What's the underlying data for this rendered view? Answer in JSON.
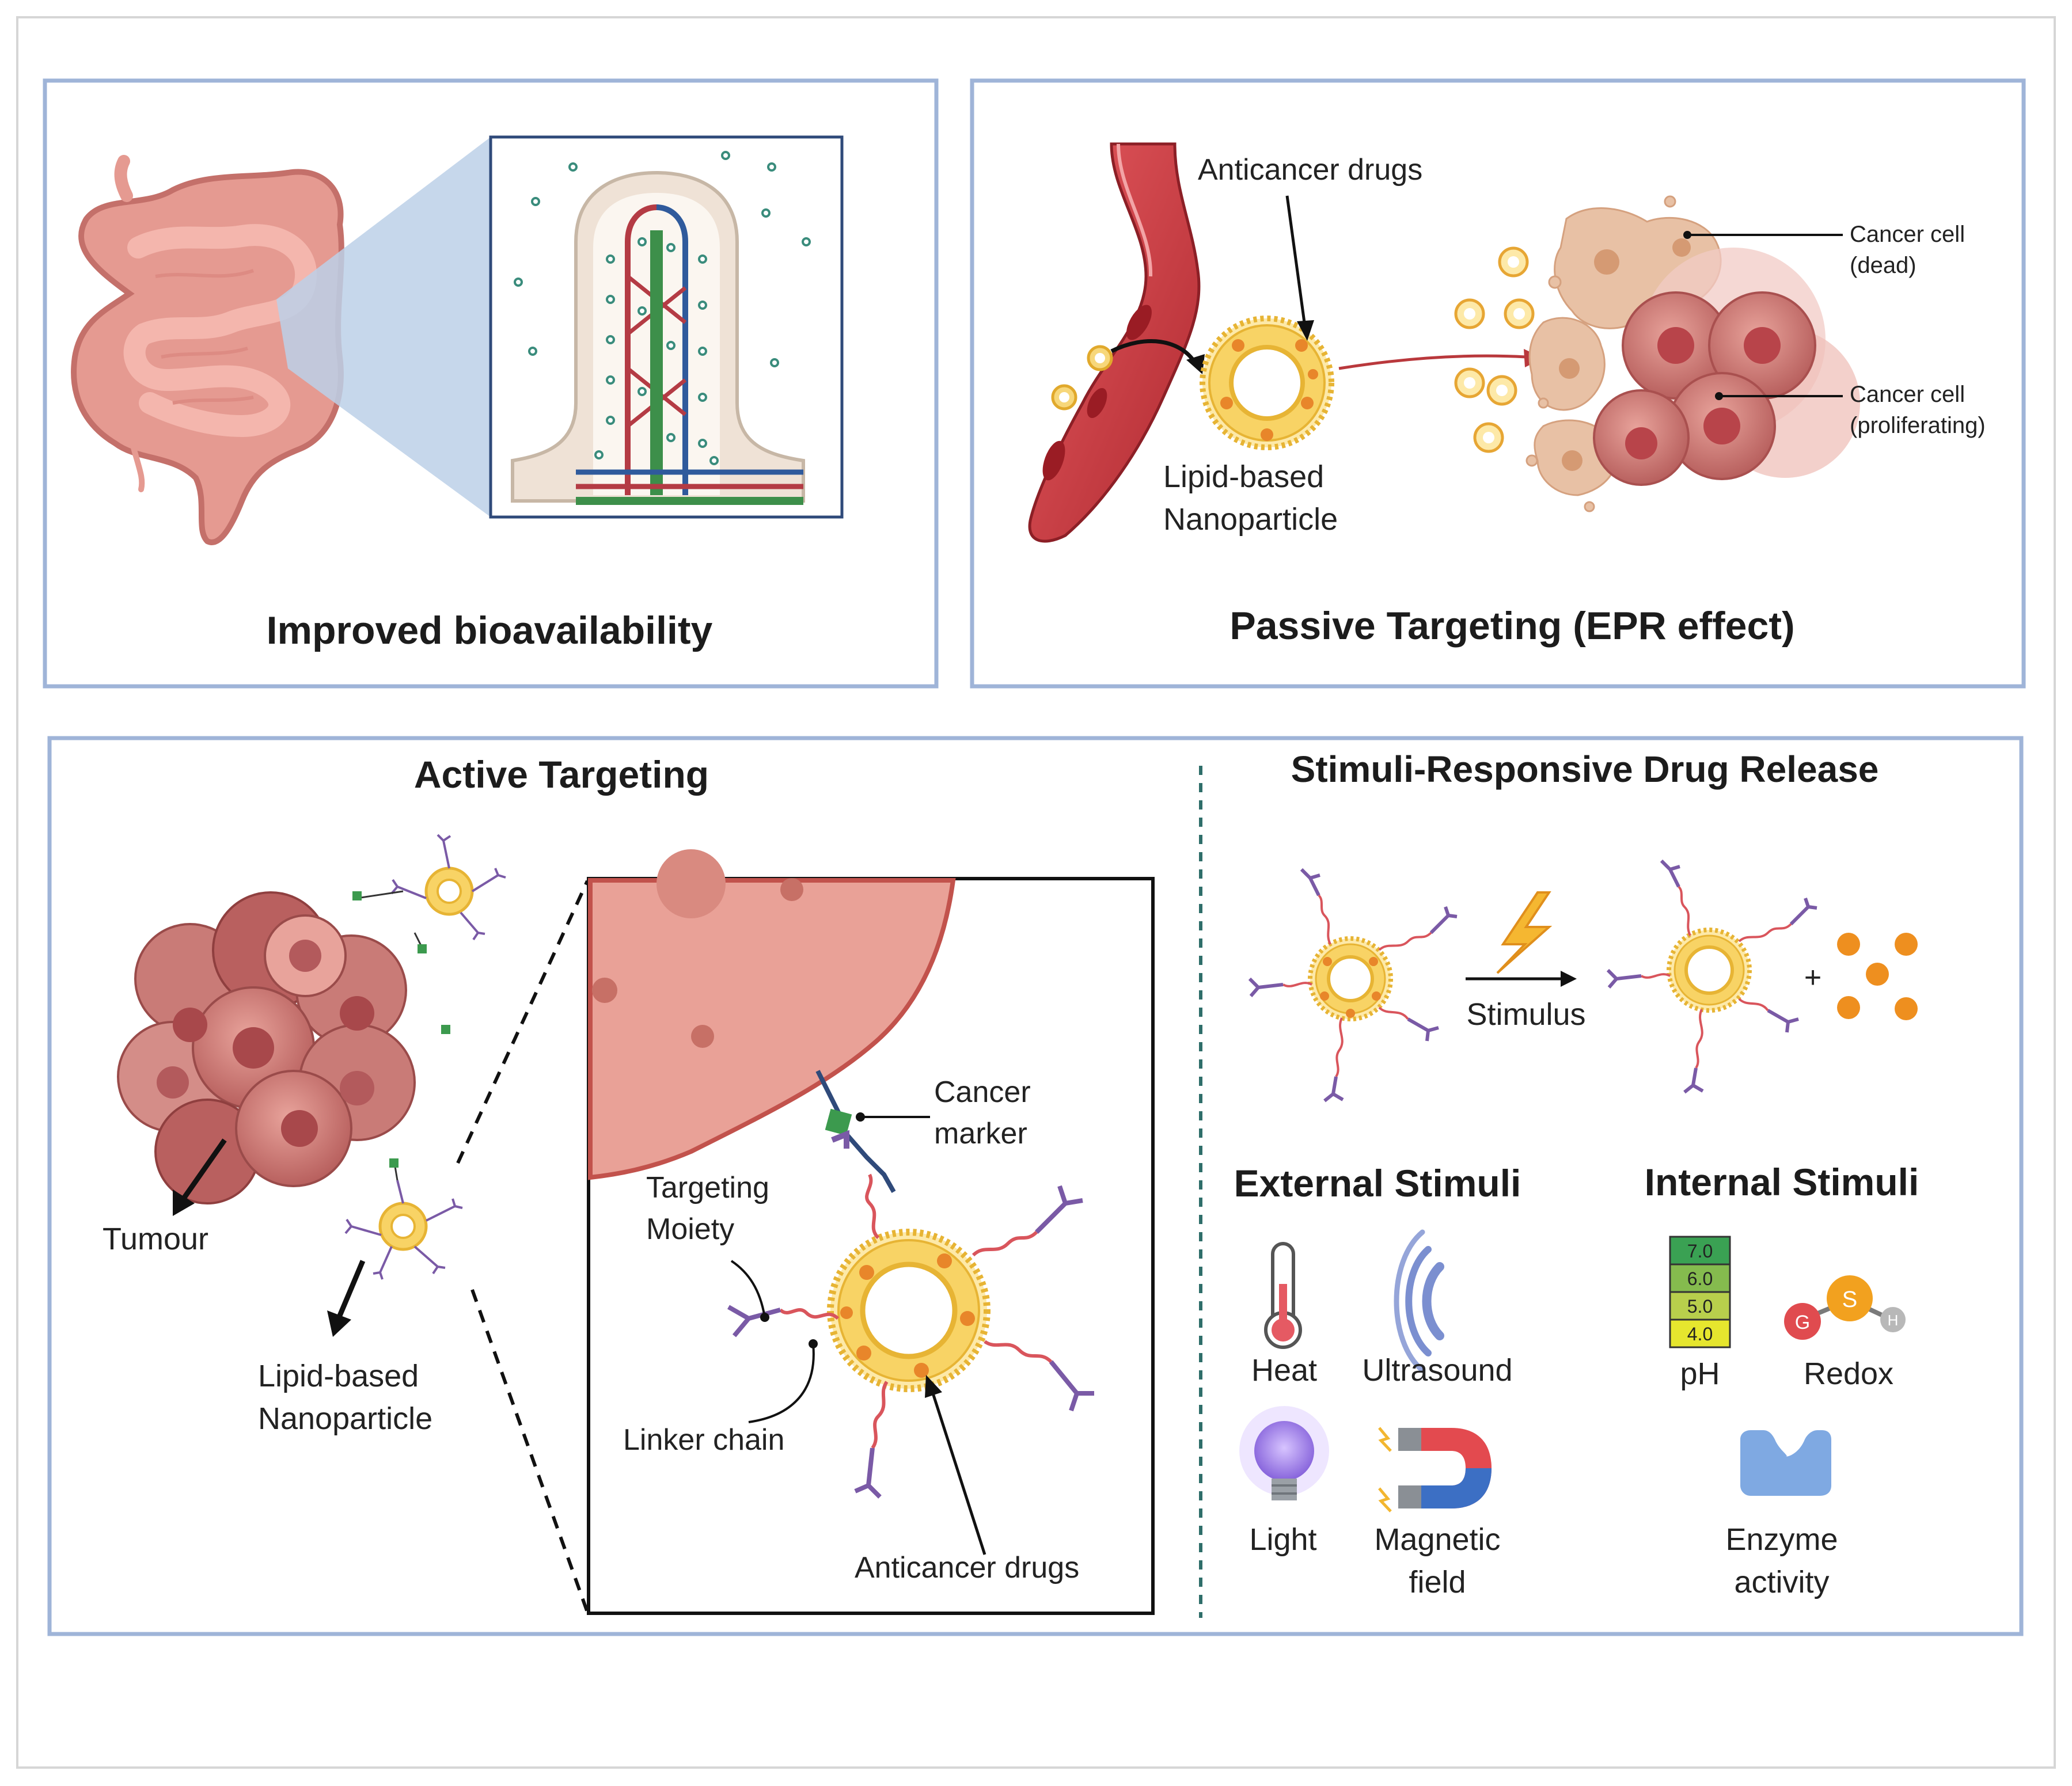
{
  "panels": {
    "bioavailability": {
      "title": "Improved bioavailability"
    },
    "passive": {
      "title": "Passive Targeting (EPR effect)",
      "label_drugs": "Anticancer drugs",
      "label_np_line1": "Lipid-based",
      "label_np_line2": "Nanoparticle",
      "label_dead_line1": "Cancer cell",
      "label_dead_line2": "(dead)",
      "label_prolif_line1": "Cancer cell",
      "label_prolif_line2": "(proliferating)"
    },
    "active": {
      "title": "Active Targeting",
      "label_tumour": "Tumour",
      "label_np_line1": "Lipid-based",
      "label_np_line2": "Nanoparticle",
      "label_marker_line1": "Cancer",
      "label_marker_line2": "marker",
      "label_moiety_line1": "Targeting",
      "label_moiety_line2": "Moiety",
      "label_linker": "Linker chain",
      "label_drugs": "Anticancer drugs"
    },
    "stimuli": {
      "title": "Stimuli-Responsive Drug Release",
      "label_stimulus": "Stimulus",
      "plus": "+",
      "external_title": "External Stimuli",
      "internal_title": "Internal Stimuli",
      "heat": "Heat",
      "ultrasound": "Ultrasound",
      "light": "Light",
      "magnetic_line1": "Magnetic",
      "magnetic_line2": "field",
      "ph": "pH",
      "ph_values": [
        "7.0",
        "6.0",
        "5.0",
        "4.0"
      ],
      "redox": "Redox",
      "redox_s": "S",
      "redox_g": "G",
      "redox_h": "H",
      "enzyme_line1": "Enzyme",
      "enzyme_line2": "activity"
    }
  },
  "colors": {
    "panel_border": "#9fb4d8",
    "lipid": "#f2c238",
    "drug": "#e8862a",
    "blood": "#c0353a",
    "tumour": "#d98b86",
    "antibody": "#7a5aa6",
    "divider": "#2f6e6a"
  }
}
